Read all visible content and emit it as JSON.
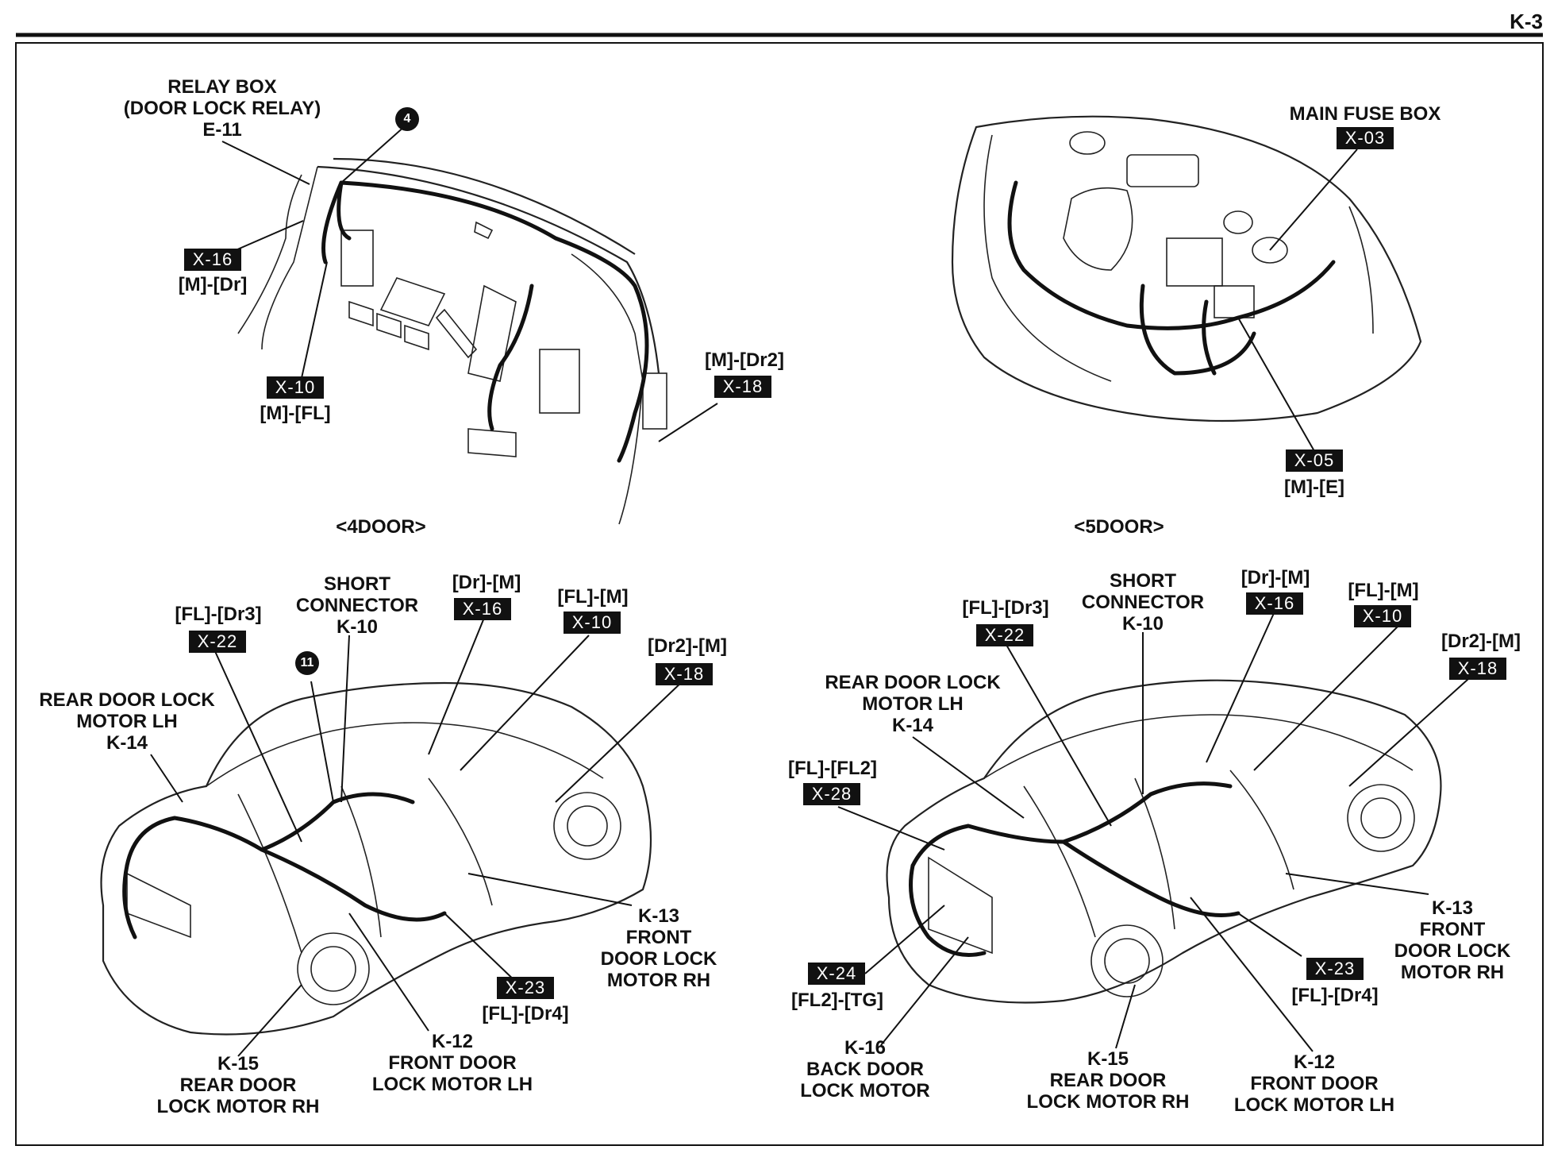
{
  "page": {
    "number": "K-3"
  },
  "views": {
    "door4": {
      "caption": "<4DOOR>",
      "instrument_panel": {
        "relay_box": {
          "line1": "RELAY BOX",
          "line2": "(DOOR LOCK RELAY)",
          "line3": "E-11"
        },
        "marker": "4",
        "x16": {
          "code": "X-16",
          "pins": "[M]-[Dr]"
        },
        "x10": {
          "code": "X-10",
          "pins": "[M]-[FL]"
        },
        "x18": {
          "code": "X-18",
          "pins": "[M]-[Dr2]"
        }
      },
      "vehicle": {
        "marker": "11",
        "short_connector": {
          "line1": "SHORT",
          "line2": "CONNECTOR",
          "line3": "K-10"
        },
        "x22": {
          "code": "X-22",
          "pins": "[FL]-[Dr3]"
        },
        "x16": {
          "code": "X-16",
          "pins": "[Dr]-[M]"
        },
        "x10": {
          "code": "X-10",
          "pins": "[FL]-[M]"
        },
        "x18": {
          "code": "X-18",
          "pins": "[Dr2]-[M]"
        },
        "x23": {
          "code": "X-23",
          "pins": "[FL]-[Dr4]"
        },
        "k14": {
          "line1": "REAR DOOR LOCK",
          "line2": "MOTOR LH",
          "line3": "K-14"
        },
        "k13": {
          "line1": "K-13",
          "line2": "FRONT",
          "line3": "DOOR LOCK",
          "line4": "MOTOR RH"
        },
        "k15": {
          "line1": "K-15",
          "line2": "REAR DOOR",
          "line3": "LOCK MOTOR RH"
        },
        "k12": {
          "line1": "K-12",
          "line2": "FRONT DOOR",
          "line3": "LOCK MOTOR LH"
        }
      }
    },
    "door5": {
      "caption": "<5DOOR>",
      "engine_room": {
        "main_fuse_box": {
          "label": "MAIN FUSE BOX",
          "code": "X-03"
        },
        "x05": {
          "code": "X-05",
          "pins": "[M]-[E]"
        }
      },
      "vehicle": {
        "short_connector": {
          "line1": "SHORT",
          "line2": "CONNECTOR",
          "line3": "K-10"
        },
        "x22": {
          "code": "X-22",
          "pins": "[FL]-[Dr3]"
        },
        "x16": {
          "code": "X-16",
          "pins": "[Dr]-[M]"
        },
        "x10": {
          "code": "X-10",
          "pins": "[FL]-[M]"
        },
        "x18": {
          "code": "X-18",
          "pins": "[Dr2]-[M]"
        },
        "x28": {
          "code": "X-28",
          "pins": "[FL]-[FL2]"
        },
        "x24": {
          "code": "X-24",
          "pins": "[FL2]-[TG]"
        },
        "x23": {
          "code": "X-23",
          "pins": "[FL]-[Dr4]"
        },
        "k14": {
          "line1": "REAR DOOR LOCK",
          "line2": "MOTOR LH",
          "line3": "K-14"
        },
        "k13": {
          "line1": "K-13",
          "line2": "FRONT",
          "line3": "DOOR LOCK",
          "line4": "MOTOR RH"
        },
        "k16": {
          "line1": "K-16",
          "line2": "BACK DOOR",
          "line3": "LOCK MOTOR"
        },
        "k15": {
          "line1": "K-15",
          "line2": "REAR DOOR",
          "line3": "LOCK MOTOR RH"
        },
        "k12": {
          "line1": "K-12",
          "line2": "FRONT DOOR",
          "line3": "LOCK MOTOR LH"
        }
      }
    }
  }
}
